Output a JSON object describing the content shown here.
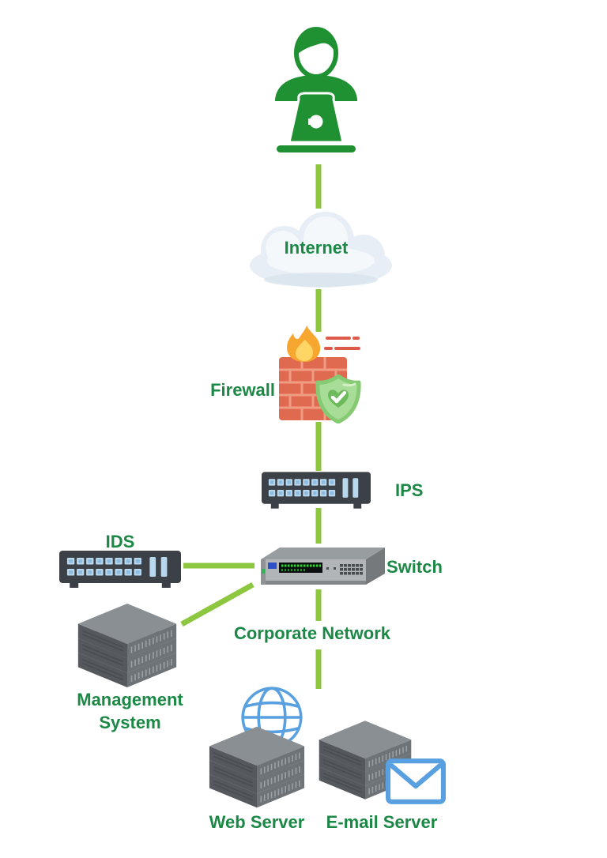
{
  "diagram": {
    "type": "network-topology",
    "background_color": "#ffffff",
    "connector_color": "#8dc63f",
    "label_color": "#1b8845"
  },
  "labels": {
    "internet": "Internet",
    "firewall": "Firewall",
    "ips": "IPS",
    "ids": "IDS",
    "switch": "Switch",
    "management_system": "Management System",
    "corporate_network": "Corporate Network",
    "web_server": "Web Server",
    "email_server": "E-mail Server"
  },
  "nodes": [
    {
      "id": "user",
      "icon": "person-laptop-icon",
      "label": ""
    },
    {
      "id": "internet",
      "icon": "cloud-icon",
      "label": "Internet"
    },
    {
      "id": "firewall",
      "icon": "firewall-brick-shield-icon",
      "label": "Firewall"
    },
    {
      "id": "ips",
      "icon": "network-appliance-icon",
      "label": "IPS"
    },
    {
      "id": "ids",
      "icon": "network-appliance-icon",
      "label": "IDS"
    },
    {
      "id": "switch",
      "icon": "rack-switch-icon",
      "label": "Switch"
    },
    {
      "id": "management-system",
      "icon": "server-stack-icon",
      "label": "Management System"
    },
    {
      "id": "corporate-network",
      "icon": "",
      "label": "Corporate Network"
    },
    {
      "id": "web-server",
      "icon": "server-stack-globe-icon",
      "label": "Web Server"
    },
    {
      "id": "email-server",
      "icon": "server-stack-mail-icon",
      "label": "E-mail Server"
    }
  ],
  "edges": [
    {
      "from": "user",
      "to": "internet"
    },
    {
      "from": "internet",
      "to": "firewall"
    },
    {
      "from": "firewall",
      "to": "ips"
    },
    {
      "from": "ips",
      "to": "switch"
    },
    {
      "from": "ids",
      "to": "switch"
    },
    {
      "from": "management-system",
      "to": "switch"
    },
    {
      "from": "switch",
      "to": "corporate-network"
    },
    {
      "from": "corporate-network",
      "to": "servers"
    }
  ],
  "icon_colors": {
    "person_green": "#1f9132",
    "appliance_dark": "#3b4147",
    "port_blue": "#b9d8ee",
    "port_blue_inner": "#8cbbe2",
    "server_top": "#8a8f94",
    "server_left": "#55595e",
    "server_right": "#6e7378",
    "brick_red": "#e06a50",
    "mortar": "#ef9c85",
    "flame_orange": "#f7a72f",
    "flame_yellow": "#ffd666",
    "shield_border": "#86ca74",
    "shield_fill": "#a8dd98",
    "shield_badge": "#6cba5b",
    "speed_lines_red": "#dd5a4a",
    "blue_outline_icons": "#58a0e0",
    "cloud_fill": "#e7eef5",
    "switch_top": "#989da0",
    "switch_front": "#b2b5b8",
    "switch_side": "#75797c"
  }
}
